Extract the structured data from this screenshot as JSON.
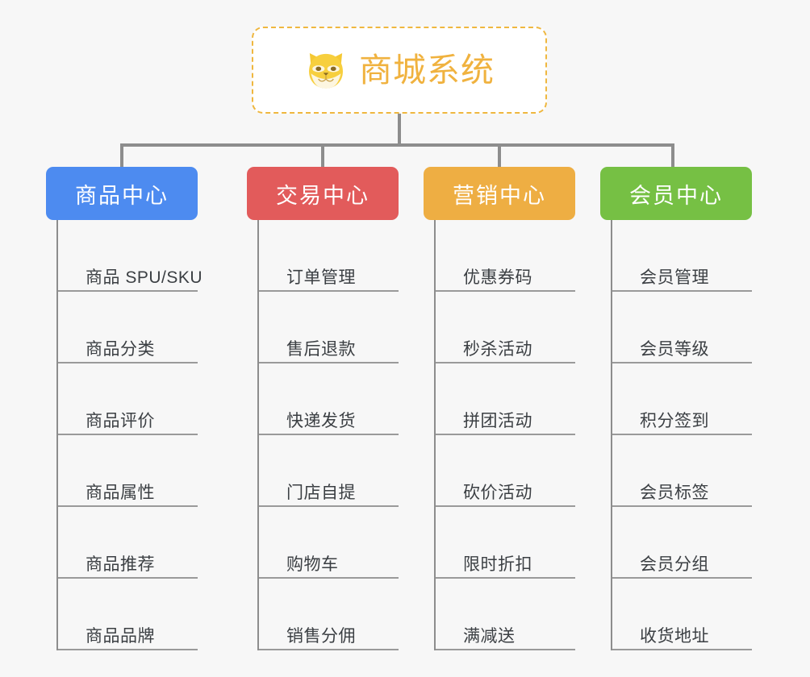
{
  "canvas": {
    "background": "#f7f7f7",
    "connector_color": "#8d8d8d"
  },
  "root": {
    "title": "商城系统",
    "icon": "shiba-dog-icon",
    "text_color": "#f0b23f",
    "border_color": "#efb73f",
    "background": "#ffffff"
  },
  "branches": [
    {
      "label": "商品中心",
      "color": "#4d8bf0",
      "items": [
        "商品 SPU/SKU",
        "商品分类",
        "商品评价",
        "商品属性",
        "商品推荐",
        "商品品牌"
      ]
    },
    {
      "label": "交易中心",
      "color": "#e25b5b",
      "items": [
        "订单管理",
        "售后退款",
        "快递发货",
        "门店自提",
        "购物车",
        "销售分佣"
      ]
    },
    {
      "label": "营销中心",
      "color": "#eeae43",
      "items": [
        "优惠券码",
        "秒杀活动",
        "拼团活动",
        "砍价活动",
        "限时折扣",
        "满减送"
      ]
    },
    {
      "label": "会员中心",
      "color": "#76c044",
      "items": [
        "会员管理",
        "会员等级",
        "积分签到",
        "会员标签",
        "会员分组",
        "收货地址"
      ]
    }
  ]
}
